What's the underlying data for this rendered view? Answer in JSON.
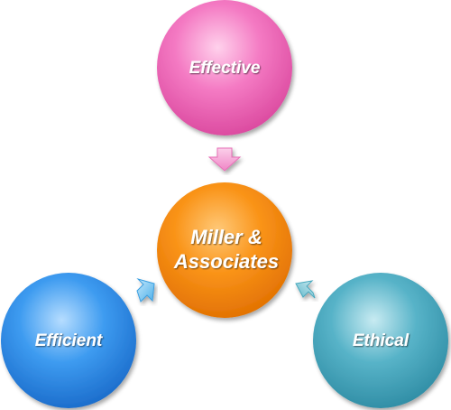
{
  "nodes": {
    "top": {
      "label": "Effective"
    },
    "center": {
      "line1": "Miller &",
      "line2": "Associates"
    },
    "left": {
      "label": "Efficient"
    },
    "right": {
      "label": "Ethical"
    }
  },
  "colors": {
    "top": "#f06aba",
    "center": "#f98f12",
    "left": "#2b8ee9",
    "right": "#44a8be",
    "arrow_top": "#f49ad2",
    "arrow_left": "#6ec3ef",
    "arrow_right": "#7cc8d6"
  }
}
